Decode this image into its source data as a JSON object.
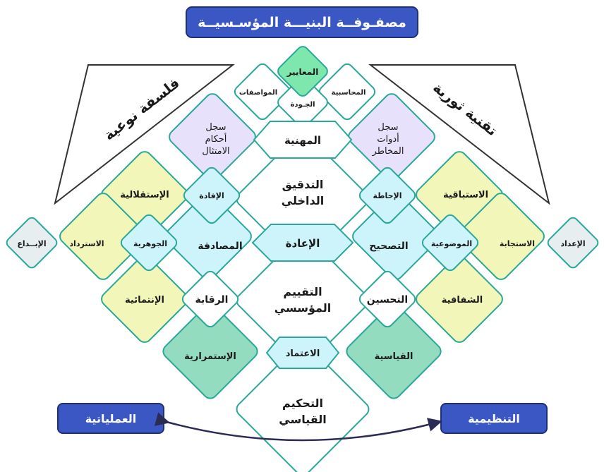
{
  "title": "مصفـوفــة البنيـــة المؤسـسيــة",
  "left_banner": "فلسفة نوعية",
  "right_banner": "تقنية ثورية",
  "bottom_left": "العملياتية",
  "bottom_right": "التنظيمية",
  "top": {
    "standards": "المعايير",
    "specifications": "المواصفات",
    "accounting": "المحاسبية",
    "quality": "الجـودة"
  },
  "center": {
    "professionalism": "المهنية",
    "internal_audit_l1": "التدقيق",
    "internal_audit_l2": "الداخلي",
    "reengineering": "الإعادة",
    "evaluation_l1": "التقييم",
    "evaluation_l2": "المؤسسي",
    "accreditation": "الاعتماد",
    "governance_l1": "التحكيم",
    "governance_l2": "القياسي"
  },
  "left_side": {
    "compliance_l1": "سجل",
    "compliance_l2": "أحكام",
    "compliance_l3": "الامتثال",
    "benefit": "الإفادة",
    "independence": "الإستقلالية",
    "materiality": "الجوهرية",
    "attestation": "المصادقة",
    "recovery": "الاسترداد",
    "creativity": "الإبــداع",
    "oversight": "الرقابة",
    "development": "الإنتمائية",
    "continuity": "الإستمرارية"
  },
  "right_side": {
    "risk_l1": "سجل",
    "risk_l2": "أدوات",
    "risk_l3": "المخاطر",
    "coverage": "الإحاطة",
    "proactivity": "الاستباقية",
    "objectivity": "الموضوعية",
    "correction": "التصحيح",
    "responsiveness": "الاستجابة",
    "preparation": "الإعداد",
    "improvement": "التحسين",
    "transparency": "الشفافية",
    "standardization": "القياسية"
  },
  "colors": {
    "navy": "#3b57c4",
    "navy_dark": "#1f2f78",
    "teal_line": "#2aa89a",
    "cyan": "#cdf3fb",
    "yellow": "#f2f6b8",
    "lavender": "#e7e1fb",
    "green": "#93dcc0",
    "green_bright": "#7ee7ad",
    "grey": "#e6eef0"
  }
}
